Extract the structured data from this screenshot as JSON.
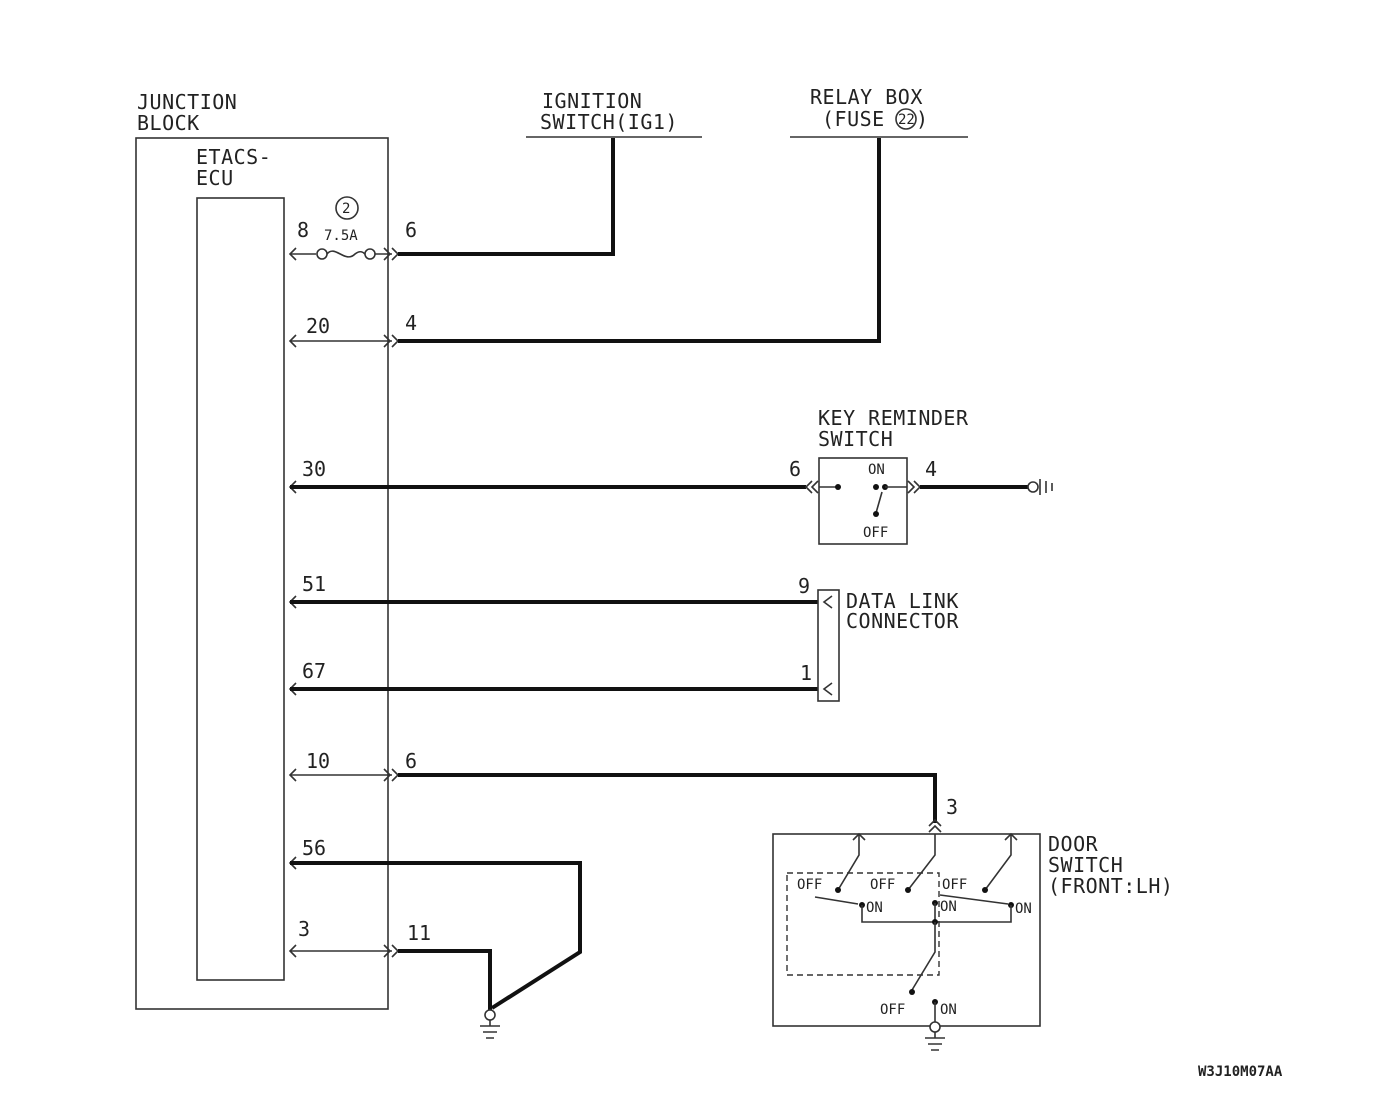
{
  "junction_block": {
    "line1": "JUNCTION",
    "line2": "BLOCK"
  },
  "etacs_ecu": {
    "line1": "ETACS-",
    "line2": "ECU"
  },
  "fuse": {
    "number": "2",
    "rating": "7.5A"
  },
  "ignition_switch": {
    "line1": "IGNITION",
    "line2": "SWITCH(IG1)"
  },
  "relay_box": {
    "line1": "RELAY BOX",
    "line2a": "(FUSE",
    "fuse_no": "22",
    "line2b": ")"
  },
  "key_reminder_switch": {
    "line1": "KEY REMINDER",
    "line2": "SWITCH",
    "on": "ON",
    "off": "OFF",
    "pin_in": "6",
    "pin_out": "4"
  },
  "data_link_connector": {
    "line1": "DATA LINK",
    "line2": "CONNECTOR",
    "pin_top": "9",
    "pin_bottom": "1"
  },
  "door_switch": {
    "line1": "DOOR",
    "line2": "SWITCH",
    "line3": "(FRONT:LH)",
    "pin": "3",
    "labels": {
      "off": "OFF",
      "on": "ON"
    }
  },
  "ecu_pins": [
    "8",
    "20",
    "30",
    "51",
    "67",
    "10",
    "56",
    "3"
  ],
  "jb_pins": [
    "6",
    "4",
    "6",
    "11"
  ],
  "diagram_code": "W3J10M07AA"
}
